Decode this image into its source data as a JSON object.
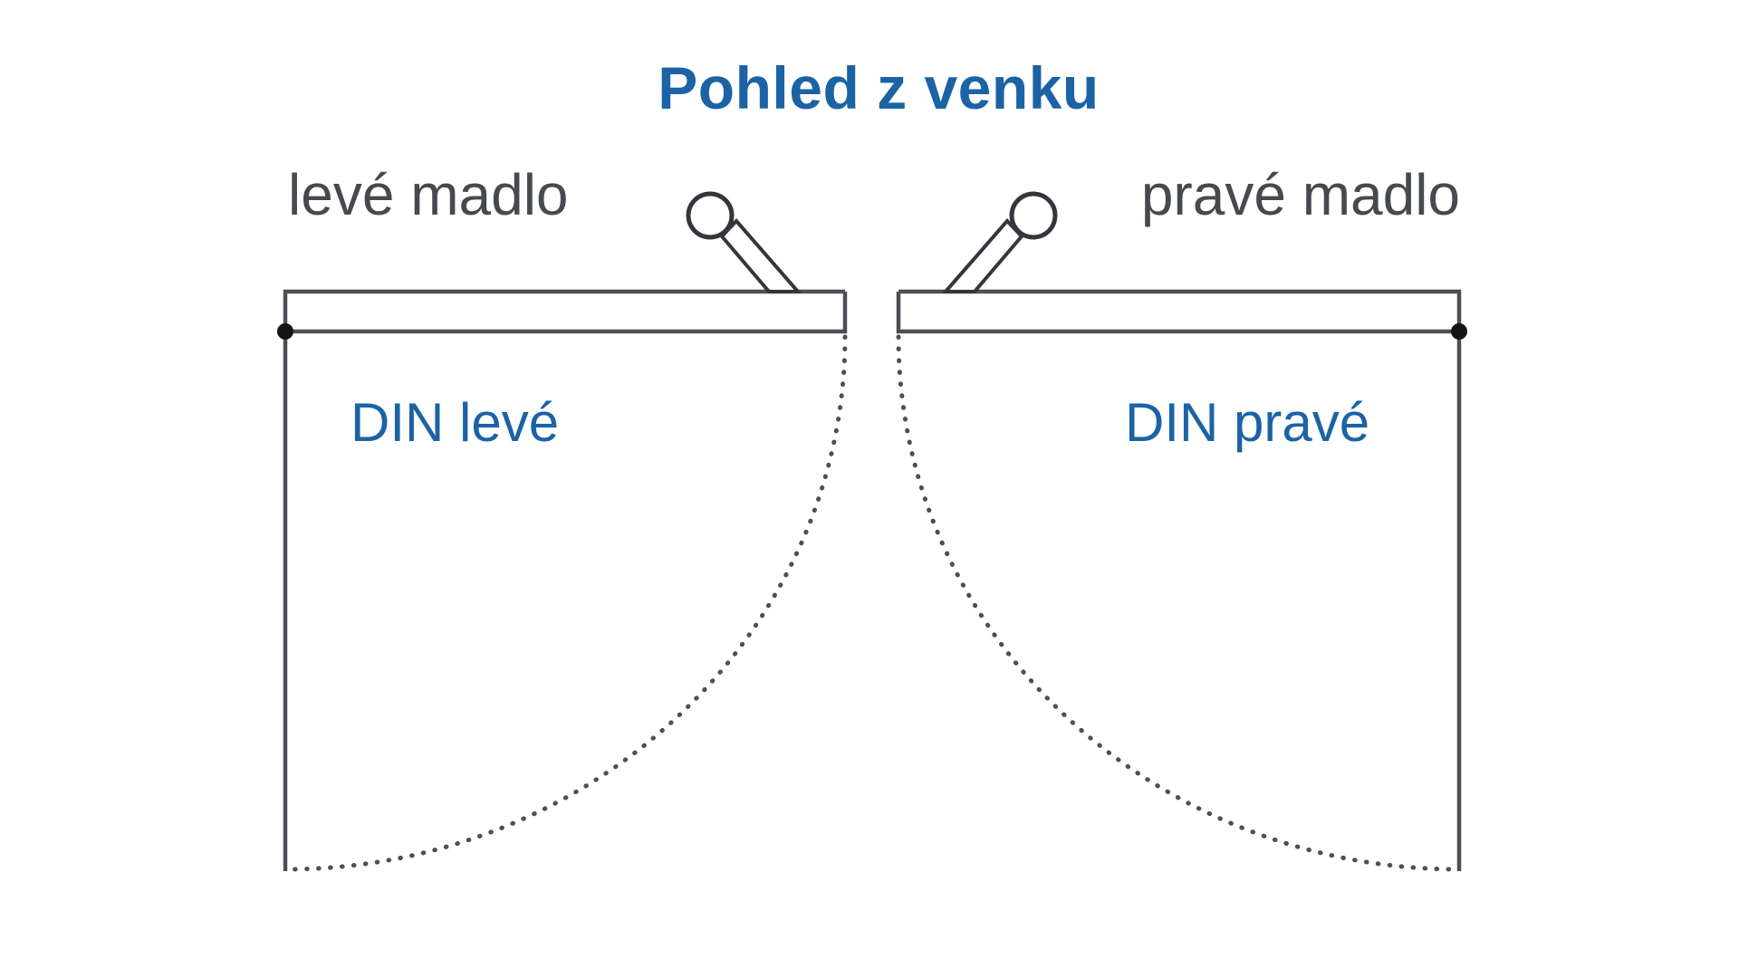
{
  "diagram": {
    "title": "Pohled z venku",
    "labels": {
      "left_handle": "levé madlo",
      "right_handle": "pravé madlo",
      "left_door": "DIN levé",
      "right_door": "DIN pravé"
    },
    "icons": {
      "left_handle_icon": "door-knob-with-stem",
      "right_handle_icon": "door-knob-with-stem",
      "left_hinge_icon": "hinge-dot",
      "right_hinge_icon": "hinge-dot",
      "left_swing_arc_icon": "dotted-quarter-arc",
      "right_swing_arc_icon": "dotted-quarter-arc"
    },
    "colors": {
      "accent-blue": "#1B63A5",
      "label-gray": "#46494E",
      "line-gray": "#4C5055",
      "handle-black": "#33363B",
      "hinge-black": "#141414",
      "background": "#FFFFFF"
    }
  }
}
